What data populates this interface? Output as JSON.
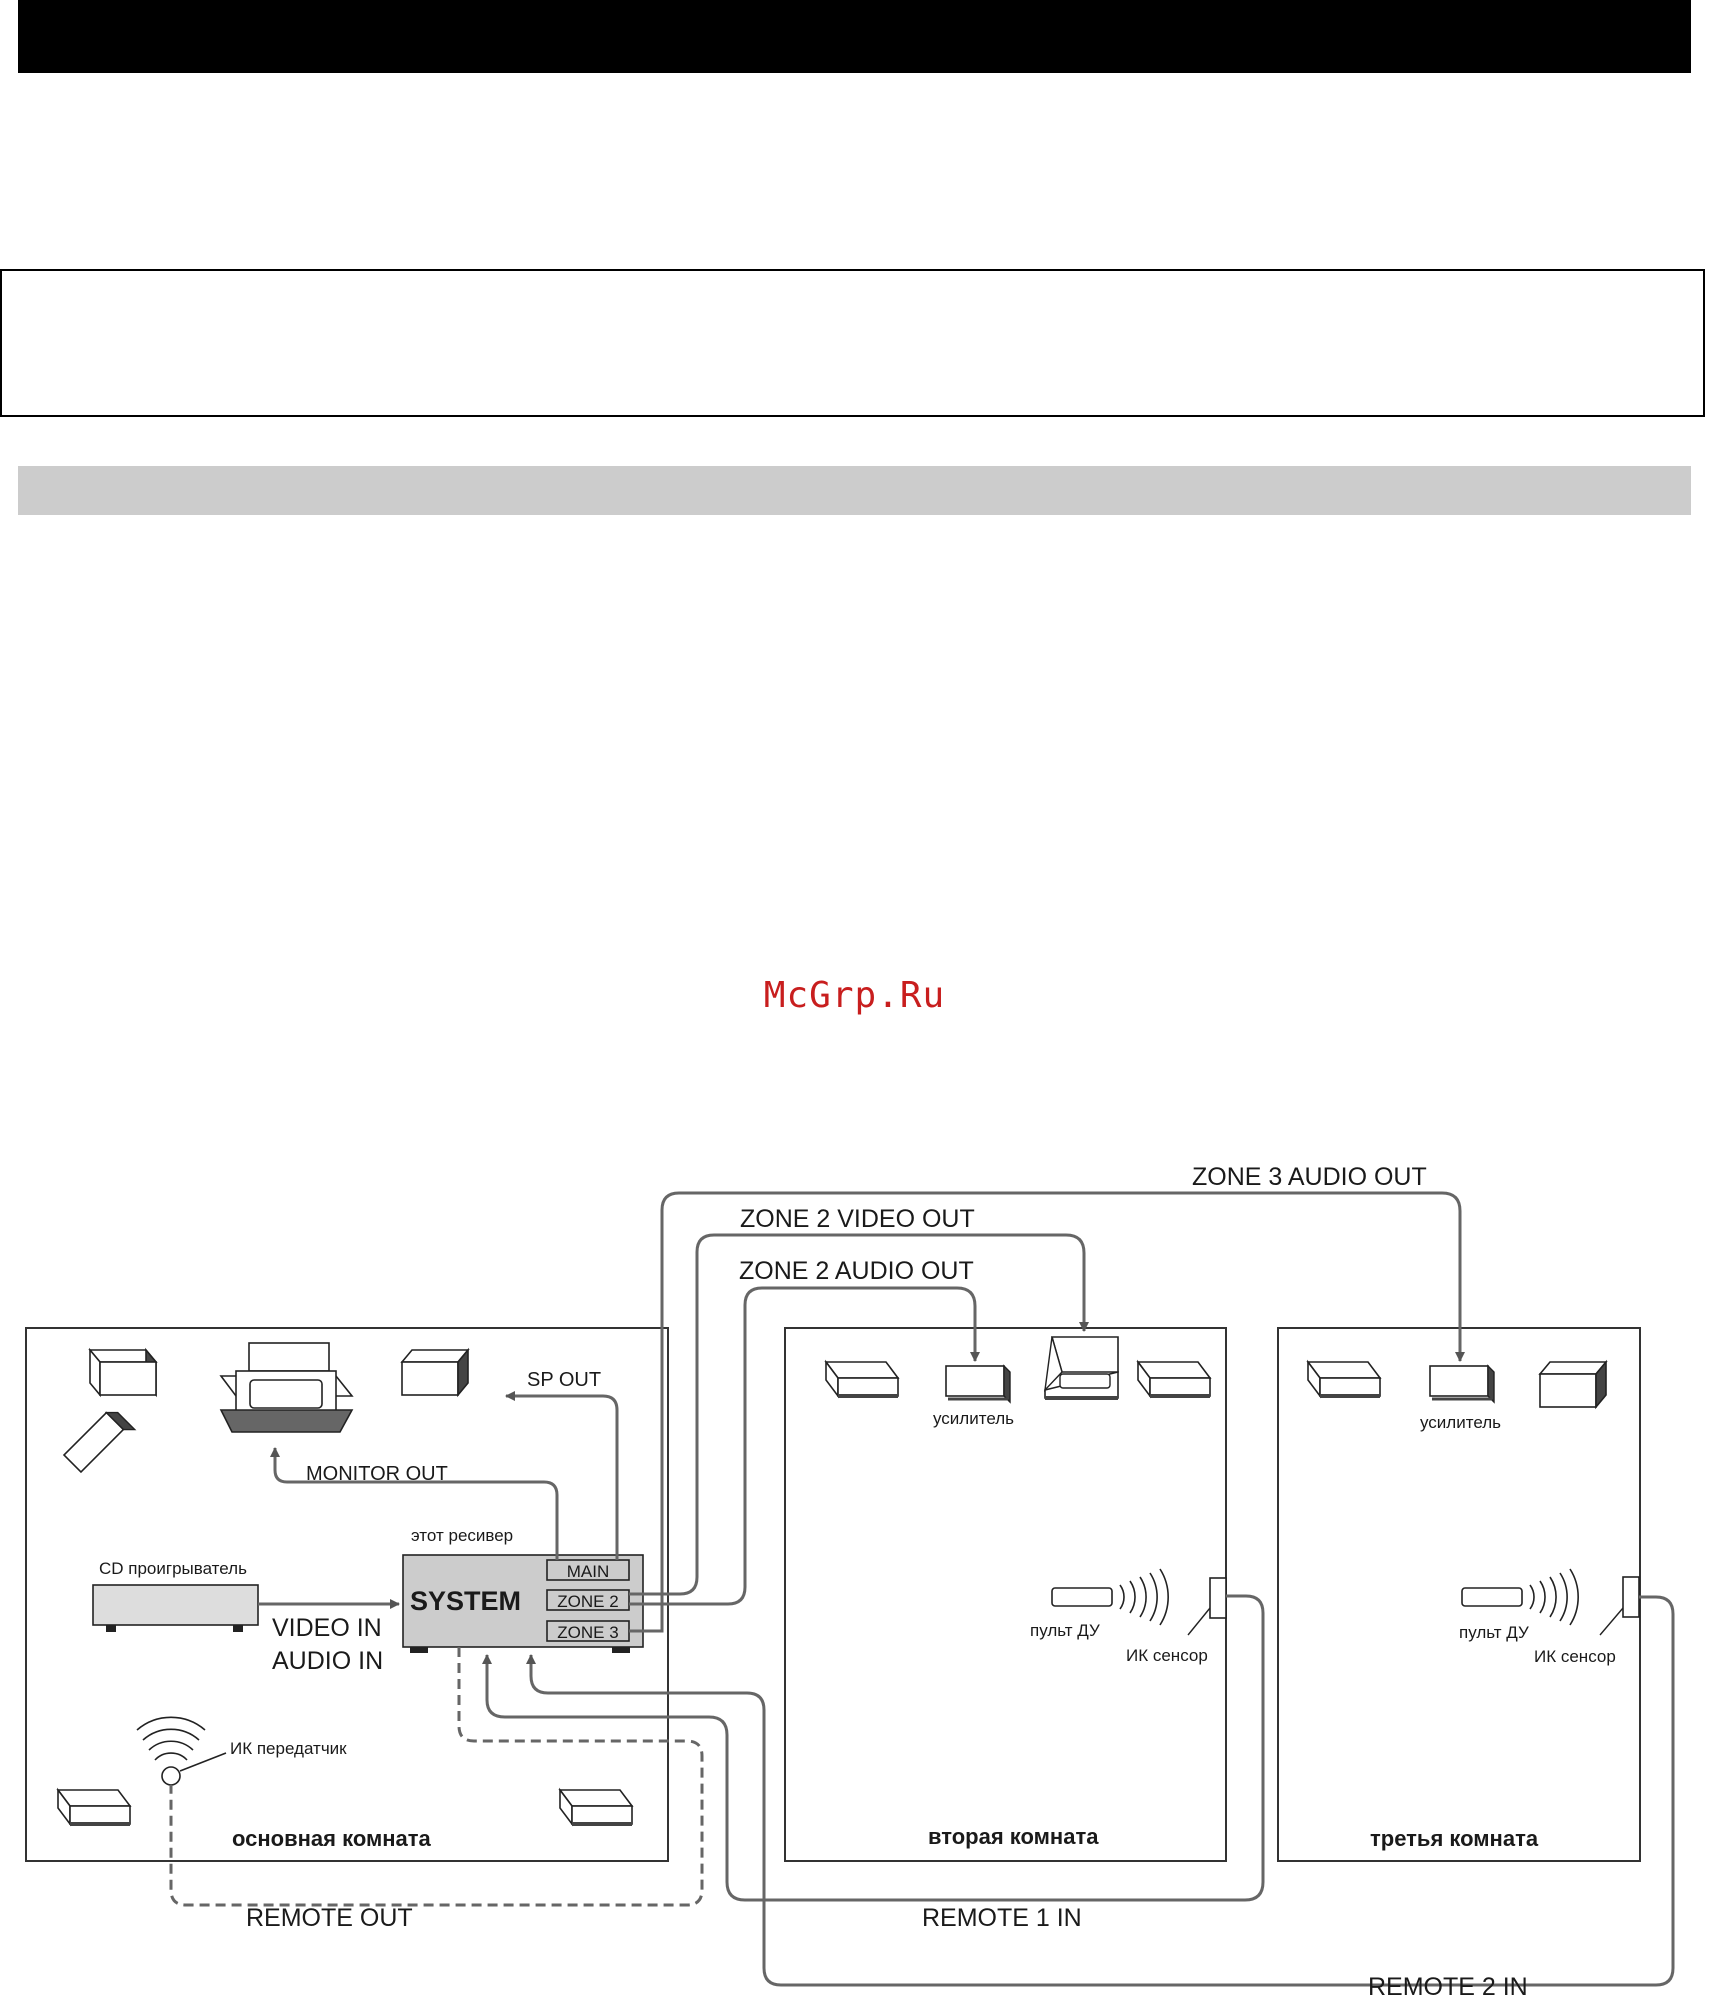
{
  "watermark": "McGrp.Ru",
  "diagram": {
    "zone3_audio_out": "ZONE 3 AUDIO OUT",
    "zone2_video_out": "ZONE 2 VIDEO OUT",
    "zone2_audio_out": "ZONE 2 AUDIO OUT",
    "sp_out": "SP OUT",
    "monitor_out": "MONITOR OUT",
    "this_receiver": "этот ресивер",
    "cd_player": "CD проигрыватель",
    "video_in": "VIDEO IN",
    "audio_in": "AUDIO IN",
    "system": "SYSTEM",
    "main": "MAIN",
    "zone2": "ZONE 2",
    "zone3": "ZONE 3",
    "ir_transmitter": "ИК передатчик",
    "main_room": "основная комната",
    "amplifier": "усилитель",
    "remote_control": "пульт ДУ",
    "ir_sensor": "ИК сенсор",
    "second_room": "вторая комната",
    "third_room": "третья комната",
    "remote_out": "REMOTE OUT",
    "remote_1_in": "REMOTE 1 IN",
    "remote_2_in": "REMOTE 2 IN"
  }
}
